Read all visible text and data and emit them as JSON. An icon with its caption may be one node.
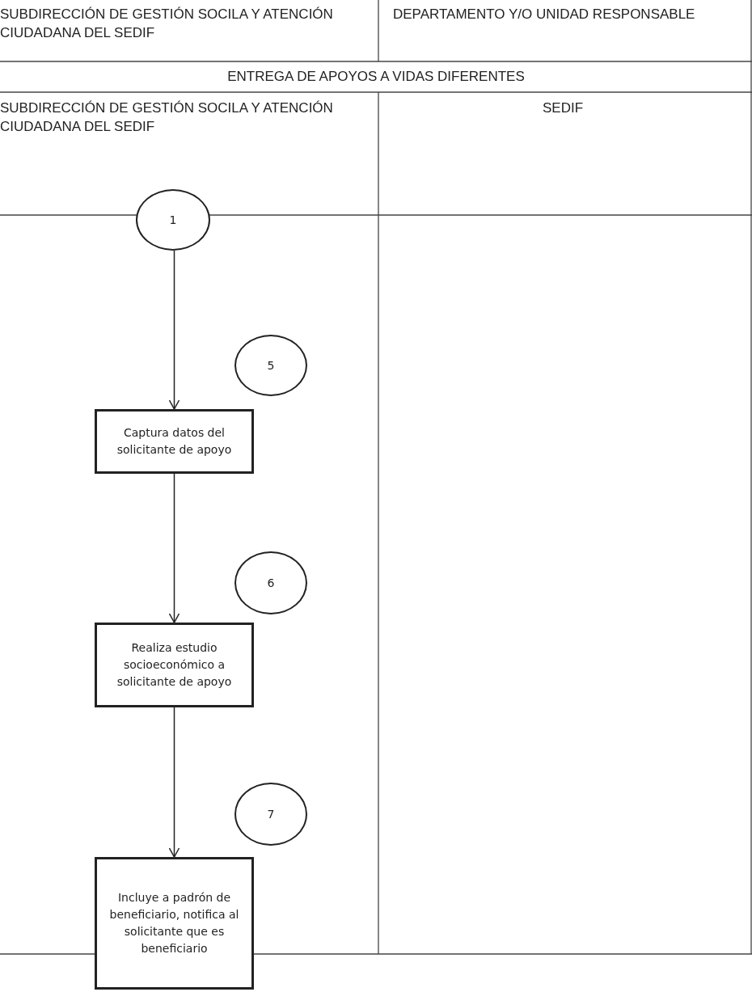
{
  "diagram": {
    "title": "ENTREGA DE APOYOS A VIDAS DIFERENTES",
    "nodes": [
      {
        "text": [
          "1"
        ]
      },
      {
        "text": [
          "5"
        ]
      },
      {
        "text": [
          "Captura datos del solicitante de apoyo"
        ]
      },
      {
        "text": [
          "6"
        ]
      },
      {
        "text": [
          "Realiza estudio socioeconómico a solicitante de apoyo"
        ]
      },
      {
        "text": [
          "7"
        ]
      },
      {
        "text": [
          "Incluye a padrón de beneficiario, notifica al solicitante que es beneficiario"
        ]
      }
    ],
    "edges": [
      {
        "from": 0,
        "to": 2,
        "arrow": "to"
      },
      {
        "from": 2,
        "to": 4,
        "arrow": "to"
      },
      {
        "from": 4,
        "to": 6,
        "arrow": "to"
      }
    ],
    "labels": [
      "SUBDIRECCIÓN DE GESTIÓN SOCILA Y ATENCIÓN CIUDADANA DEL SEDIF",
      "DEPARTAMENTO Y/O UNIDAD RESPONSABLE",
      "SUBDIRECCIÓN DE GESTIÓN SOCILA Y ATENCIÓN CIUDADANA DEL SEDIF",
      "SEDIF"
    ]
  }
}
